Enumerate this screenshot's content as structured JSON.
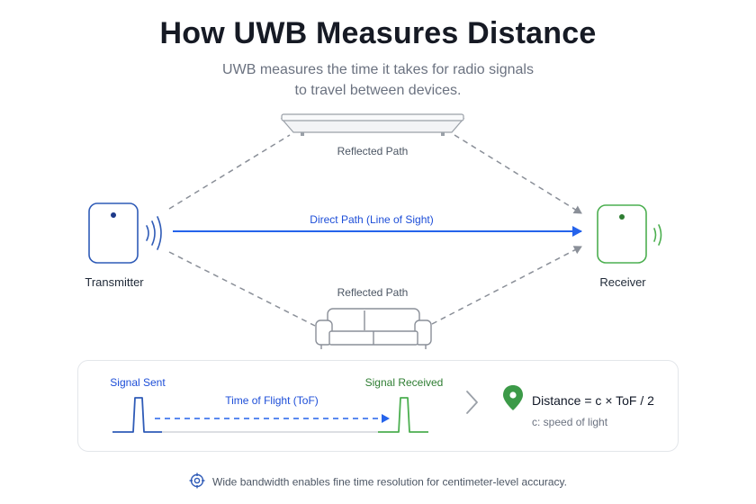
{
  "title": "How UWB Measures Distance",
  "subtitle": [
    "UWB measures the time it takes for radio signals",
    "to travel between devices."
  ],
  "paths": {
    "reflected_top": "Reflected Path",
    "reflected_bottom": "Reflected Path",
    "direct": "Direct Path (Line of Sight)"
  },
  "devices": {
    "transmitter": "Transmitter",
    "receiver": "Receiver"
  },
  "timing": {
    "signal_sent": "Signal Sent",
    "signal_received": "Signal Received",
    "time_of_flight": "Time of Flight (ToF)"
  },
  "formula": {
    "distance": "Distance = c × ToF / 2",
    "note": "c: speed of light"
  },
  "footnote": "Wide bandwidth enables fine time resolution for centimeter-level accuracy.",
  "colors": {
    "direct_path": "#2563eb",
    "transmitter": "#2f5bb7",
    "receiver": "#4caf50",
    "reflected_path": "#8a8f98"
  },
  "icons": [
    "ceiling-reflector-icon",
    "sofa-icon",
    "transmitter-device-icon",
    "receiver-device-icon",
    "signal-waves-icon",
    "chevron-right-icon",
    "location-pin-icon",
    "target-icon"
  ]
}
